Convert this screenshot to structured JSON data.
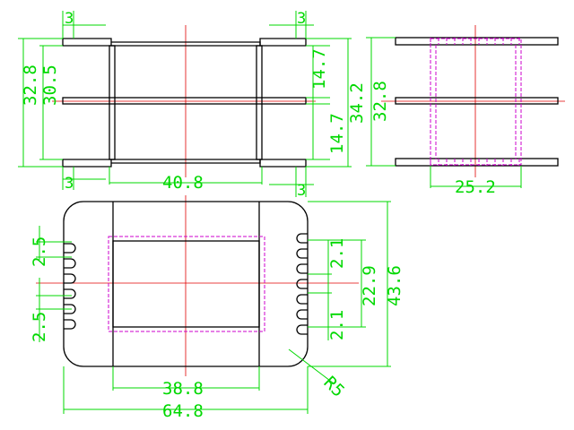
{
  "colors": {
    "dimension": "#00d800",
    "outline": "#000000",
    "centerline": "#e00000",
    "hidden": "#cc00cc",
    "background": "#ffffff"
  },
  "front_view": {
    "dims": {
      "flange_left_top": "3",
      "flange_right_top": "3",
      "flange_left_bottom": "3",
      "flange_right_bottom": "3",
      "overall_height": "32.8",
      "inner_height": "30.5",
      "upper_gap": "14.7",
      "lower_gap": "14.7",
      "right_height_a": "34.2",
      "body_width": "40.8"
    }
  },
  "side_view": {
    "dims": {
      "height": "32.8",
      "width": "25.2"
    }
  },
  "plan_view": {
    "dims": {
      "pin_pitch_top": "2.5",
      "pin_pitch_bottom": "2.5",
      "pitch_right_a": "2.1",
      "pitch_right_b": "2.1",
      "inner_height": "22.9",
      "overall_height": "43.6",
      "window_width": "38.8",
      "overall_width": "64.8",
      "corner_radius": "R5"
    }
  }
}
